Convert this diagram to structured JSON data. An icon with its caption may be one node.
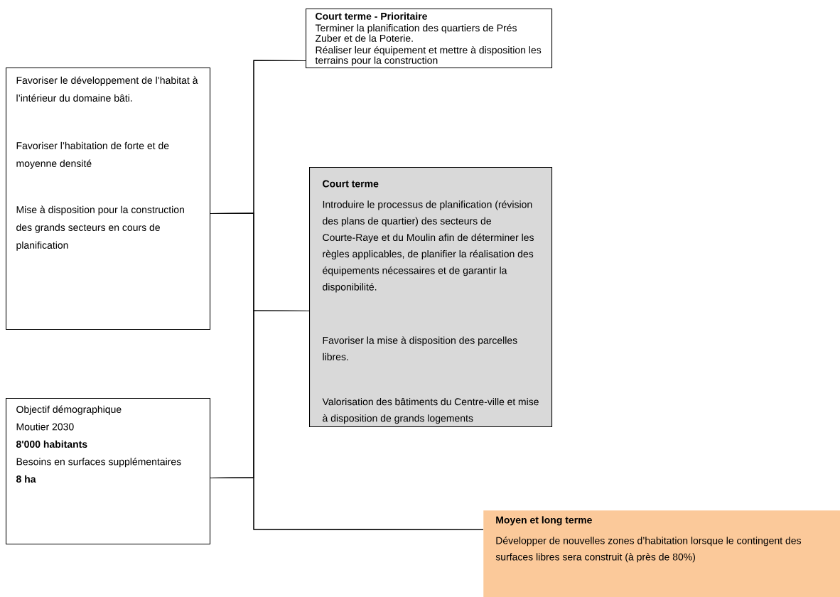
{
  "diagram": {
    "nodes": [
      {
        "text": [
          "Favoriser le développement de l’habitat à l’intérieur du domaine bâti.",
          "Favoriser l’habitation de forte et de moyenne densité",
          "Mise à disposition pour la construction des grands secteurs en cours de planification"
        ]
      },
      {
        "text": [
          "Objectif démographique",
          "Moutier 2030",
          "8'000 habitants",
          "Besoins en surfaces supplémentaires",
          "8 ha"
        ]
      },
      {
        "text": [
          "Court terme - Prioritaire",
          "Terminer la planification des quartiers de Prés Zuber et de la Poterie.",
          "Réaliser leur équipement et mettre à disposition les terrains pour la construction"
        ]
      },
      {
        "text": [
          "Court terme",
          "Introduire le processus de planification (révision des plans de quartier) des secteurs de Courte-Raye et du Moulin afin de déterminer les règles applicables, de planifier la réalisation des équipements nécessaires et de garantir la disponibilité.",
          "Favoriser la mise à disposition des parcelles libres.",
          "Valorisation des bâtiments du Centre-ville et mise à disposition de grands logements"
        ]
      },
      {
        "text": [
          "Moyen et long terme",
          "Développer de nouvelles zones d’habitation lorsque le contingent des surfaces libres sera construit (à près de 80%)"
        ]
      }
    ],
    "edges": [
      {
        "from": 0,
        "to": 2,
        "arrow": "none"
      },
      {
        "from": 0,
        "to": 3,
        "arrow": "none"
      },
      {
        "from": 0,
        "to": 4,
        "arrow": "none"
      },
      {
        "from": 1,
        "to": 2,
        "arrow": "none"
      },
      {
        "from": 1,
        "to": 3,
        "arrow": "none"
      },
      {
        "from": 1,
        "to": 4,
        "arrow": "none"
      }
    ]
  }
}
